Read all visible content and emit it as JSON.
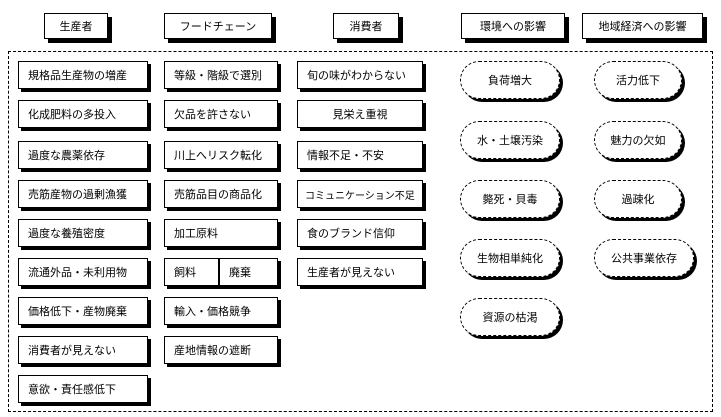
{
  "headers": {
    "producer": "生産者",
    "food_chain": "フードチェーン",
    "consumer": "消費者",
    "environment": "環境への影響",
    "regional_economy": "地域経済への影響"
  },
  "producer_items": [
    "規格品生産物の増産",
    "化成肥料の多投入",
    "過度な農薬依存",
    "売筋産物の過剰漁獲",
    "過度な養殖密度",
    "流通外品・未利用物",
    "価格低下・産物廃棄",
    "消費者が見えない",
    "意欲・責任感低下"
  ],
  "food_chain_items": [
    "等級・階級で選別",
    "欠品を許さない",
    "川上へリスク転化",
    "売筋品目の商品化",
    "加工原料",
    "飼料",
    "廃棄",
    "輸入・価格競争",
    "産地情報の遮断"
  ],
  "consumer_items": [
    "旬の味がわからない",
    "見栄え重視",
    "情報不足・不安",
    "コミュニケーション不足",
    "食のブランド信仰",
    "生産者が見えない"
  ],
  "environment_items": [
    "負荷増大",
    "水・土壌汚染",
    "斃死・貝毒",
    "生物相単純化",
    "資源の枯渇"
  ],
  "economy_items": [
    "活力低下",
    "魅力の欠如",
    "過疎化",
    "公共事業依存"
  ]
}
